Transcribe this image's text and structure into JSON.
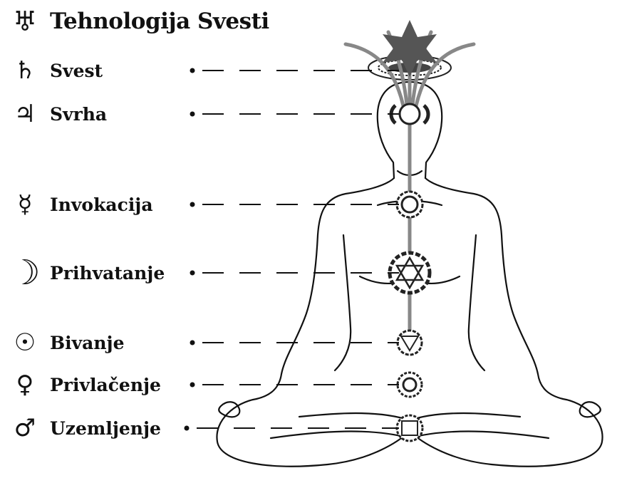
{
  "title": {
    "glyph": "♅",
    "text": "Tehnologija Svesti"
  },
  "levels": [
    {
      "glyph": "♄",
      "label": "Svest"
    },
    {
      "glyph": "♃",
      "label": "Svrha"
    },
    {
      "glyph": "☿",
      "label": "Invokacija"
    },
    {
      "glyph": "☽",
      "label": "Prihvatanje"
    },
    {
      "glyph": "☉",
      "label": "Bivanje"
    },
    {
      "glyph": "♀",
      "label": "Privlačenje"
    },
    {
      "glyph": "♂",
      "label": "Uzemljenje"
    }
  ],
  "colors": {
    "line": "#111111",
    "channel": "#888888",
    "star": "#555555",
    "chakra": "#222222"
  }
}
